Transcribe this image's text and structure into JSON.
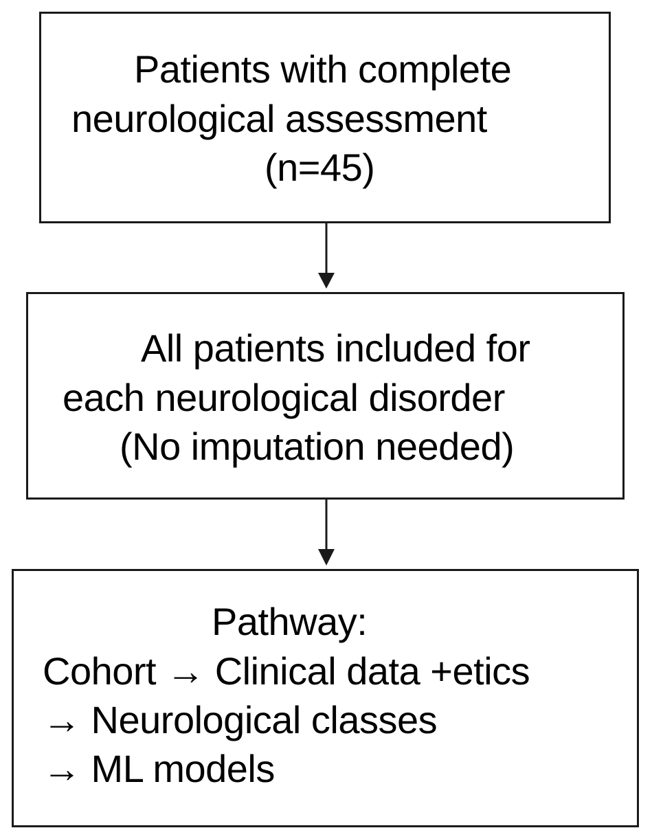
{
  "diagram": {
    "box1": {
      "lines": [
        "Patients with complete",
        "neurological assessment",
        "(n=45)"
      ]
    },
    "box2": {
      "lines": [
        "All patients included for",
        "each neurological disorder",
        "(No imputation needed)"
      ]
    },
    "box3": {
      "lines": [
        "Pathway:",
        "Cohort → Clinical data +etics",
        "→ Neurological classes",
        "→ ML models"
      ]
    },
    "colors": {
      "border": "#1a1a1a",
      "text": "#000000",
      "background": "#ffffff"
    }
  }
}
